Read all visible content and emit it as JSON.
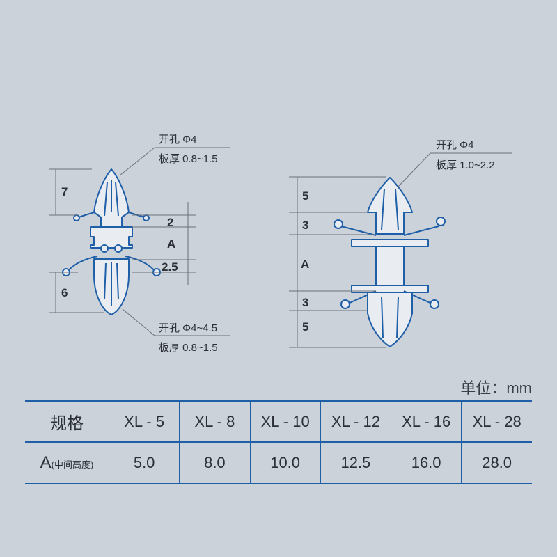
{
  "left_part": {
    "top_note": {
      "line1": "开孔 Φ4",
      "line2": "板厚 0.8~1.5"
    },
    "bottom_note": {
      "line1": "开孔 Φ4~4.5",
      "line2": "板厚 0.8~1.5"
    },
    "dims": {
      "top": "7",
      "upper": "2",
      "middle": "A",
      "lower": "2.5",
      "bottom": "6"
    }
  },
  "right_part": {
    "top_note": {
      "line1": "开孔 Φ4",
      "line2": "板厚 1.0~2.2"
    },
    "dims": {
      "top": "5",
      "upper": "3",
      "middle": "A",
      "lower": "3",
      "bottom": "5"
    }
  },
  "unit_label": "单位：mm",
  "table": {
    "row1_label": "规格",
    "models": [
      "XL - 5",
      "XL - 8",
      "XL - 10",
      "XL - 12",
      "XL - 16",
      "XL - 28"
    ],
    "row2_label_main": "A",
    "row2_label_sub": "(中间高度)",
    "heights": [
      "5.0",
      "8.0",
      "10.0",
      "12.5",
      "16.0",
      "28.0"
    ]
  },
  "colors": {
    "part_stroke": "#1f5fa8",
    "part_fill": "#e9edf2",
    "dim_line": "#6b7077",
    "table_border": "#1f5fa8"
  }
}
